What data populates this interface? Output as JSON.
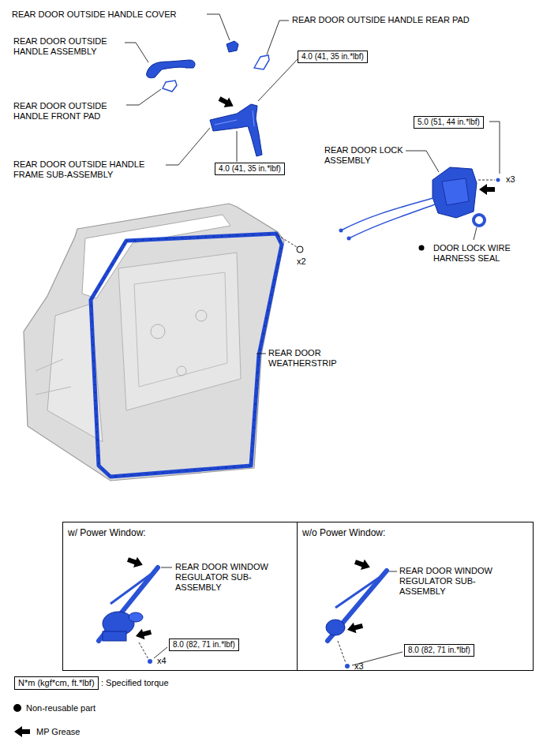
{
  "diagram": {
    "nodes": [
      {
        "text": [
          "4.0 (41, 35 in.*lbf)"
        ]
      },
      {
        "text": [
          "5.0 (51, 44 in.*lbf)"
        ]
      },
      {
        "text": [
          "4.0 (41, 35 in.*lbf)"
        ]
      },
      {
        "text": [
          "w/ Power Window:"
        ]
      },
      {
        "text": [
          "8.0 (82, 71 in.*lbf)"
        ],
        "in": 3
      },
      {
        "text": [
          "w/o Power Window:"
        ]
      },
      {
        "text": [
          "8.0 (82, 71 in.*lbf)"
        ],
        "in": 5
      },
      {
        "text": [
          "N*m (kgf*cm, ft.*lbf)"
        ]
      }
    ],
    "labels": [
      "REAR DOOR OUTSIDE HANDLE COVER",
      "REAR DOOR OUTSIDE HANDLE REAR PAD",
      "REAR DOOR OUTSIDE HANDLE ASSEMBLY",
      "REAR DOOR OUTSIDE HANDLE FRONT PAD",
      "REAR DOOR OUTSIDE HANDLE FRAME SUB-ASSEMBLY",
      "REAR DOOR LOCK ASSEMBLY",
      "x3",
      "DOOR LOCK WIRE HARNESS SEAL",
      "x2",
      "REAR DOOR WEATHERSTRIP",
      "REAR DOOR WINDOW REGULATOR SUB-ASSEMBLY",
      "x4",
      "REAR DOOR WINDOW REGULATOR SUB-ASSEMBLY",
      "x3"
    ],
    "legend": [
      {
        "text": ": Specified torque"
      },
      {
        "text": "Non-reusable part"
      },
      {
        "text": "MP Grease"
      }
    ]
  }
}
